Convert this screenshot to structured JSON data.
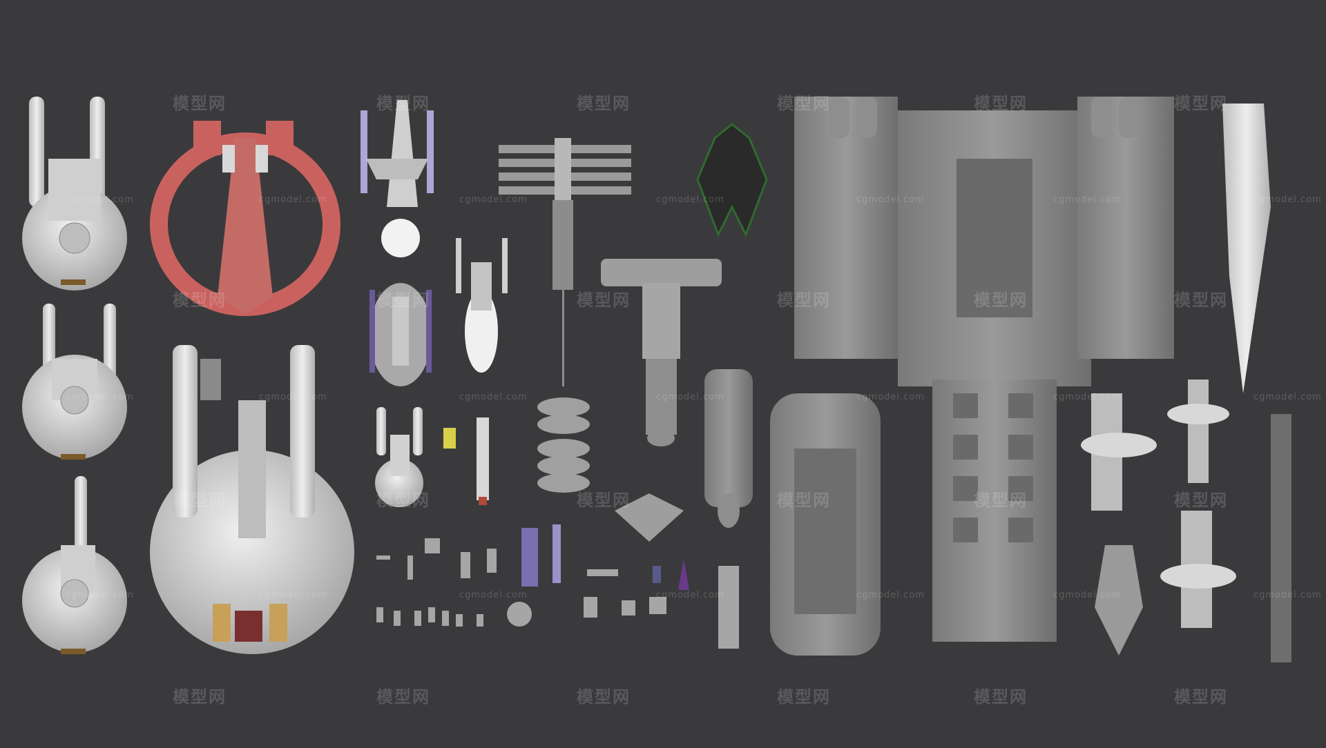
{
  "scene": {
    "background": "#3a3a3c",
    "subject": "3d-spaceship-model-collection",
    "colors": {
      "hull_light": "#d9d9d9",
      "hull_grey": "#8c8c8c",
      "hull_dark": "#5a5a5a",
      "accent_red": "#c9625f",
      "accent_green": "#2f6b2f",
      "accent_purple": "#6a5a9a",
      "accent_orange": "#d2892a",
      "accent_yellow": "#d9cf4a"
    }
  },
  "watermarks": {
    "brand_cn": "模型网",
    "domain": "cgmodel.com"
  }
}
